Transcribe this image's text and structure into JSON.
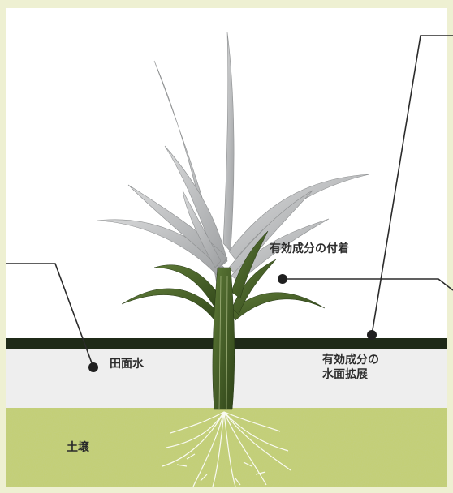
{
  "labels": {
    "attachment": "有効成分の付着",
    "spread_line1": "有効成分の",
    "spread_line2": "水面拡展",
    "paddy_water": "田面水",
    "soil": "土壌"
  },
  "colors": {
    "frame": "#eef0d2",
    "panel": "#ffffff",
    "water": "#eeeeee",
    "surface_line": "#1f2a18",
    "soil": "#c3cf76",
    "leaf_grey": "#b9bbbc",
    "leaf_green": "#3f5a23",
    "leader_line": "#2b2b2b"
  },
  "icons": {
    "marker": "dot-marker",
    "plant": "rice-plant-illustration",
    "roots": "root-illustration"
  }
}
